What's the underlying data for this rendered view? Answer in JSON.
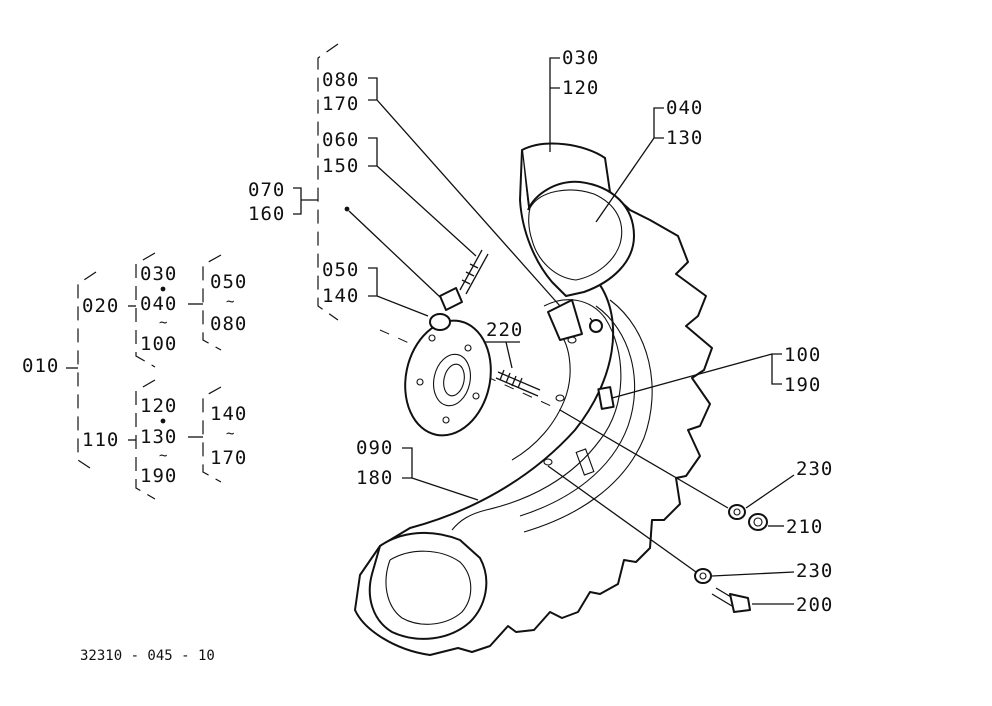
{
  "drawing": {
    "reference": "32310 - 045 - 10"
  },
  "tree": {
    "root": "010",
    "g020": {
      "code": "020",
      "a": "030",
      "b": "040",
      "c": "100",
      "r1": "050",
      "r2": "080"
    },
    "g110": {
      "code": "110",
      "a": "120",
      "b": "130",
      "c": "190",
      "r1": "140",
      "r2": "170"
    }
  },
  "callouts": {
    "c080": "080",
    "c170": "170",
    "c060": "060",
    "c150": "150",
    "c070": "070",
    "c160": "160",
    "c050": "050",
    "c140": "140",
    "c030": "030",
    "c120": "120",
    "c040": "040",
    "c130": "130",
    "c220": "220",
    "c100": "100",
    "c190": "190",
    "c090": "090",
    "c180": "180",
    "c230a": "230",
    "c210": "210",
    "c230b": "230",
    "c200": "200"
  },
  "symbols": {
    "range": "~"
  }
}
